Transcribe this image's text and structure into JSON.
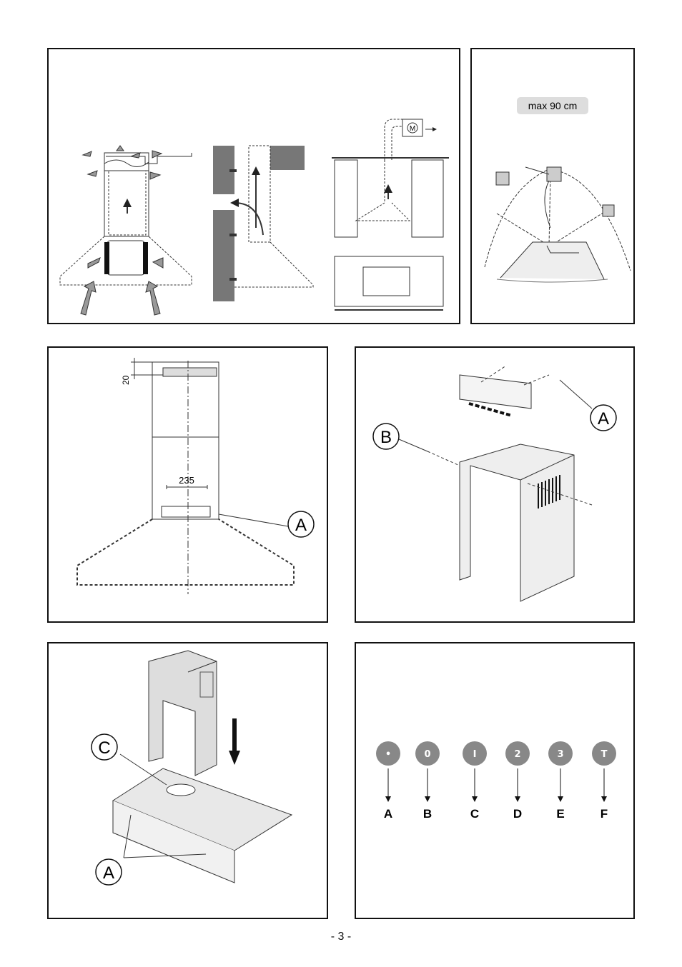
{
  "panel_height": {
    "max_label": "max 90 cm"
  },
  "panel_bracket": {
    "dim_top": "20",
    "dim_width": "235",
    "label_a": "A"
  },
  "panel_chimney": {
    "label_a": "A",
    "label_b": "B"
  },
  "panel_fit": {
    "label_c": "C",
    "label_a": "A"
  },
  "panel_controls": {
    "buttons": [
      {
        "symbol": "lamp-icon",
        "label": "A"
      },
      {
        "symbol": "off-icon",
        "label": "B"
      },
      {
        "symbol": "speed-1-icon",
        "label": "C"
      },
      {
        "symbol": "speed-2-icon",
        "label": "D"
      },
      {
        "symbol": "speed-3-icon",
        "label": "E"
      },
      {
        "symbol": "timer-icon",
        "label": "F"
      }
    ],
    "button_glyphs": [
      "•",
      "0",
      "I",
      "2",
      "3",
      "T"
    ]
  },
  "footer": {
    "page_number": "- 3 -"
  }
}
